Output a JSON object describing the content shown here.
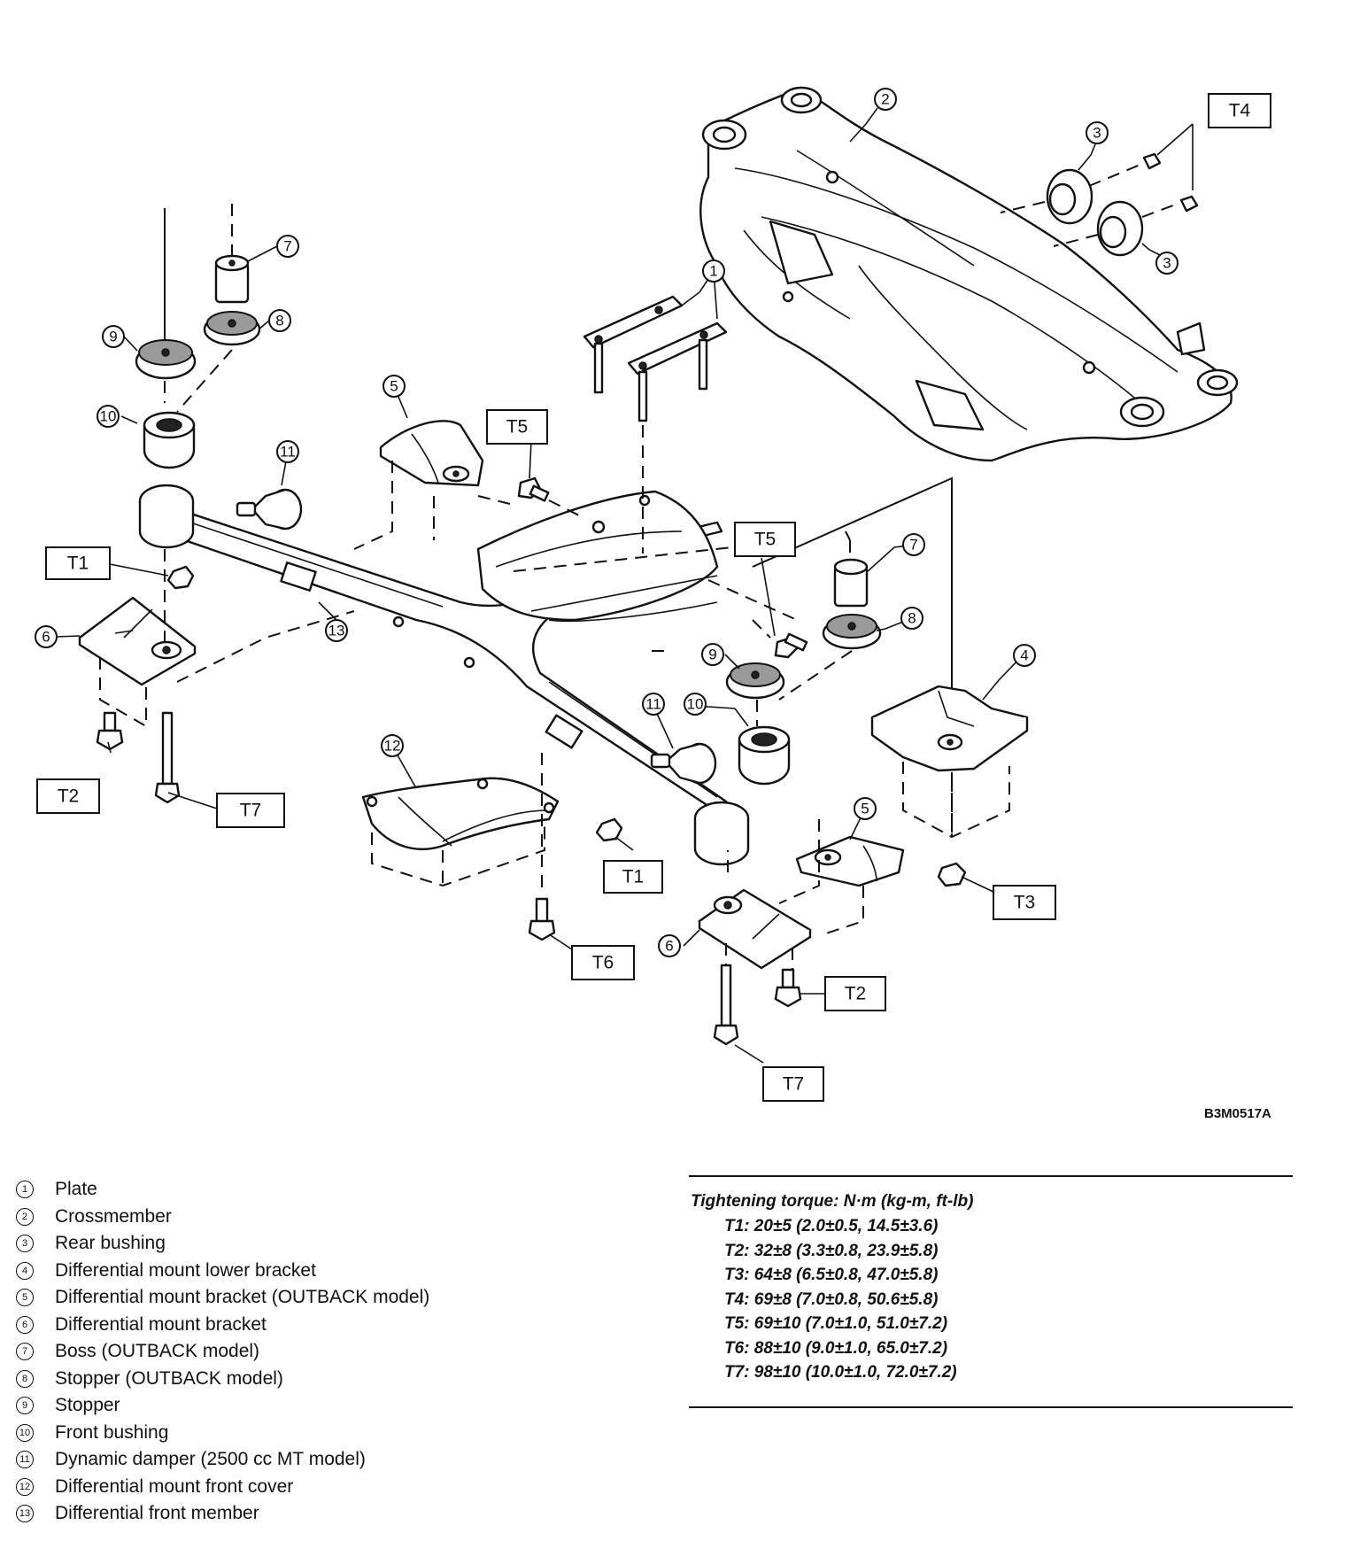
{
  "figure_code": "B3M0517A",
  "callouts": {
    "c1": "1",
    "c2": "2",
    "c3": "3",
    "c4": "4",
    "c5": "5",
    "c6": "6",
    "c7": "7",
    "c8": "8",
    "c9": "9",
    "c10": "10",
    "c11": "11",
    "c12": "12",
    "c13": "13"
  },
  "torque_tags": {
    "t1": "T1",
    "t2": "T2",
    "t3": "T3",
    "t4": "T4",
    "t5": "T5",
    "t6": "T6",
    "t7": "T7"
  },
  "legend": [
    {
      "num": "1",
      "label": "Plate"
    },
    {
      "num": "2",
      "label": "Crossmember"
    },
    {
      "num": "3",
      "label": "Rear bushing"
    },
    {
      "num": "4",
      "label": "Differential mount lower bracket"
    },
    {
      "num": "5",
      "label": "Differential mount bracket (OUTBACK model)"
    },
    {
      "num": "6",
      "label": "Differential mount bracket"
    },
    {
      "num": "7",
      "label": "Boss (OUTBACK model)"
    },
    {
      "num": "8",
      "label": "Stopper (OUTBACK model)"
    },
    {
      "num": "9",
      "label": "Stopper"
    },
    {
      "num": "10",
      "label": "Front bushing"
    },
    {
      "num": "11",
      "label": "Dynamic damper (2500 cc MT model)"
    },
    {
      "num": "12",
      "label": "Differential mount front cover"
    },
    {
      "num": "13",
      "label": "Differential front member"
    }
  ],
  "torque": {
    "title": "Tightening torque: N·m (kg-m, ft-lb)",
    "rows": [
      "T1: 20±5 (2.0±0.5, 14.5±3.6)",
      "T2: 32±8 (3.3±0.8, 23.9±5.8)",
      "T3: 64±8 (6.5±0.8, 47.0±5.8)",
      "T4: 69±8 (7.0±0.8, 50.6±5.8)",
      "T5: 69±10 (7.0±1.0, 51.0±7.2)",
      "T6: 88±10 (9.0±1.0, 65.0±7.2)",
      "T7: 98±10 (10.0±1.0, 72.0±7.2)"
    ]
  }
}
